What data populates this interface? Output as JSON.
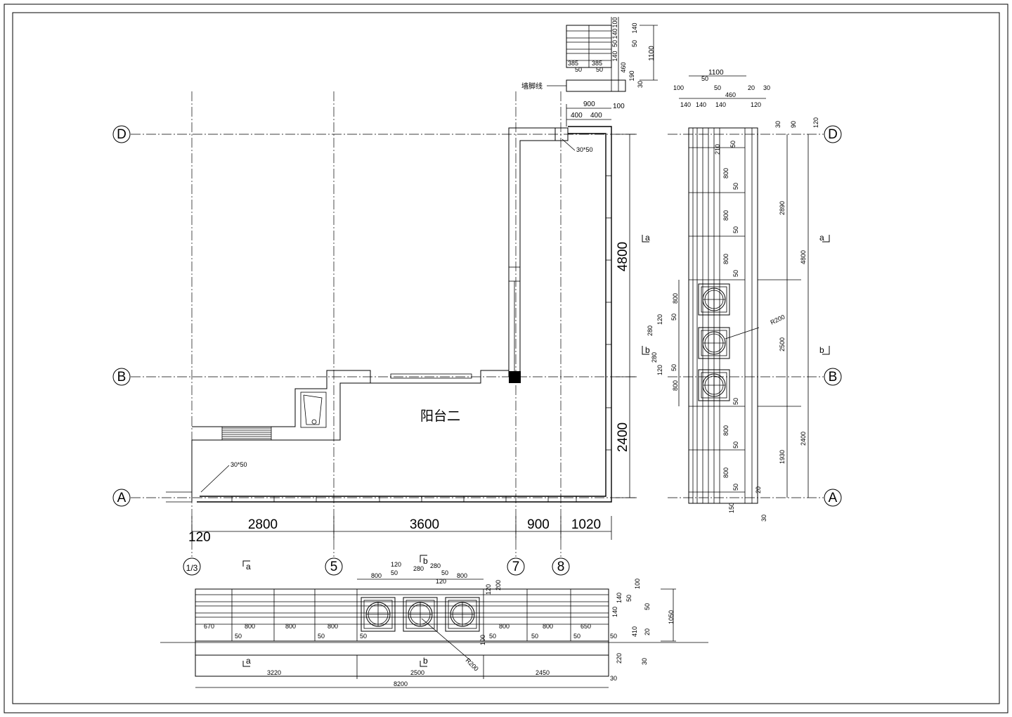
{
  "axis_labels": {
    "D": "D",
    "B": "B",
    "A": "A",
    "c1_3": "1/3",
    "c5": "5",
    "c7": "7",
    "c8": "8"
  },
  "section_marks": {
    "a": "a",
    "b": "b"
  },
  "room_label": "阳台二",
  "wall_note": "墙脚线",
  "bracket_notes": {
    "b1": "30*50",
    "b2": "30*50"
  },
  "plan_dims": {
    "bottom": [
      "120",
      "2800",
      "3600",
      "900",
      "1020"
    ],
    "right_main": [
      "4800",
      "2400"
    ],
    "top_ext": [
      "900",
      "400",
      "400",
      "100"
    ]
  },
  "top_detail_dims": [
    "100",
    "140",
    "50",
    "50",
    "140",
    "140",
    "460",
    "190",
    "30",
    "1100",
    "385",
    "385",
    "50",
    "50"
  ],
  "side_top_dims": [
    "1100",
    "50",
    "50",
    "100",
    "460",
    "20",
    "30",
    "140",
    "140",
    "140",
    "120",
    "120"
  ],
  "side_elev_dims": {
    "panel": [
      "210",
      "50",
      "800",
      "50",
      "800",
      "50",
      "800",
      "50",
      "50",
      "800",
      "50",
      "800",
      "50",
      "150"
    ],
    "right": [
      "30",
      "90",
      "120",
      "2890",
      "2500",
      "1930",
      "4800",
      "2400",
      "20",
      "30"
    ],
    "left": [
      "800",
      "50",
      "120",
      "280",
      "280",
      "120",
      "50",
      "800"
    ],
    "radius": "R200"
  },
  "bottom_elev_dims": {
    "top_row": [
      "120",
      "50",
      "280",
      "280",
      "50",
      "800",
      "800",
      "120"
    ],
    "bays": [
      "670",
      "800",
      "800",
      "800",
      "800",
      "800",
      "650"
    ],
    "gaps": [
      "50",
      "50",
      "50",
      "50",
      "50",
      "50",
      "50"
    ],
    "spans": [
      "3220",
      "2500",
      "2450"
    ],
    "total": "8200",
    "misc": [
      "100",
      "120",
      "200",
      "30"
    ],
    "radius": "R200",
    "right": [
      "140",
      "100",
      "50",
      "50",
      "140",
      "410",
      "20",
      "1050",
      "220",
      "30"
    ]
  }
}
